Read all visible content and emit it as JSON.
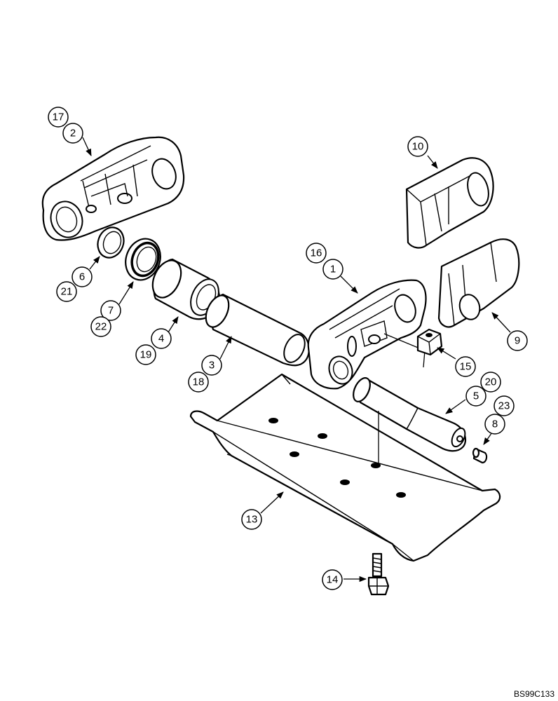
{
  "figure_code": "BS99C133",
  "callouts": [
    "17",
    "2",
    "10",
    "16",
    "1",
    "6",
    "21",
    "7",
    "22",
    "4",
    "19",
    "3",
    "18",
    "15",
    "20",
    "5",
    "23",
    "8",
    "9",
    "13",
    "14"
  ]
}
